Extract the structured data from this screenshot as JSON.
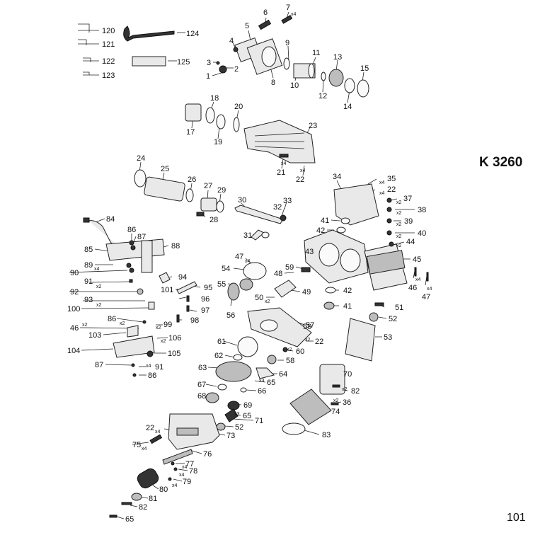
{
  "model": "K 3260",
  "page_number": "101",
  "callouts": [
    {
      "id": "c120",
      "n": "120"
    },
    {
      "id": "c121",
      "n": "121"
    },
    {
      "id": "c122",
      "n": "122"
    },
    {
      "id": "c123",
      "n": "123"
    },
    {
      "id": "c124",
      "n": "124"
    },
    {
      "id": "c125",
      "n": "125"
    },
    {
      "id": "c1",
      "n": "1"
    },
    {
      "id": "c2",
      "n": "2"
    },
    {
      "id": "c3",
      "n": "3"
    },
    {
      "id": "c4",
      "n": "4"
    },
    {
      "id": "c5",
      "n": "5"
    },
    {
      "id": "c6",
      "n": "6"
    },
    {
      "id": "c7",
      "n": "7",
      "q": "x4"
    },
    {
      "id": "c8",
      "n": "8"
    },
    {
      "id": "c9",
      "n": "9"
    },
    {
      "id": "c10",
      "n": "10"
    },
    {
      "id": "c11",
      "n": "11"
    },
    {
      "id": "c12",
      "n": "12"
    },
    {
      "id": "c13",
      "n": "13"
    },
    {
      "id": "c14",
      "n": "14"
    },
    {
      "id": "c15",
      "n": "15"
    },
    {
      "id": "c17",
      "n": "17"
    },
    {
      "id": "c18",
      "n": "18"
    },
    {
      "id": "c19",
      "n": "19"
    },
    {
      "id": "c20",
      "n": "20"
    },
    {
      "id": "c21",
      "n": "21",
      "q": "x4"
    },
    {
      "id": "c22a",
      "n": "22",
      "q": "x4"
    },
    {
      "id": "c23",
      "n": "23"
    },
    {
      "id": "c24",
      "n": "24"
    },
    {
      "id": "c25",
      "n": "25"
    },
    {
      "id": "c26",
      "n": "26"
    },
    {
      "id": "c27",
      "n": "27"
    },
    {
      "id": "c28",
      "n": "28"
    },
    {
      "id": "c29",
      "n": "29"
    },
    {
      "id": "c30",
      "n": "30"
    },
    {
      "id": "c31",
      "n": "31"
    },
    {
      "id": "c32",
      "n": "32"
    },
    {
      "id": "c33",
      "n": "33"
    },
    {
      "id": "c34",
      "n": "34"
    },
    {
      "id": "c35",
      "n": "35",
      "q": "x4"
    },
    {
      "id": "c22b",
      "n": "22",
      "q": "x4"
    },
    {
      "id": "c37",
      "n": "37",
      "q": "x2"
    },
    {
      "id": "c38",
      "n": "38",
      "q": "x2"
    },
    {
      "id": "c39",
      "n": "39",
      "q": "x2"
    },
    {
      "id": "c40",
      "n": "40",
      "q": "x2"
    },
    {
      "id": "c41a",
      "n": "41"
    },
    {
      "id": "c42a",
      "n": "42"
    },
    {
      "id": "c43",
      "n": "43"
    },
    {
      "id": "c44",
      "n": "44",
      "q": "x2"
    },
    {
      "id": "c45",
      "n": "45"
    },
    {
      "id": "c46a",
      "n": "46",
      "q": "x4"
    },
    {
      "id": "c47a",
      "n": "47",
      "q": "x4"
    },
    {
      "id": "c47b",
      "n": "47",
      "q": "x4"
    },
    {
      "id": "c54",
      "n": "54"
    },
    {
      "id": "c48",
      "n": "48"
    },
    {
      "id": "c59a",
      "n": "59"
    },
    {
      "id": "c55",
      "n": "55"
    },
    {
      "id": "c49",
      "n": "49"
    },
    {
      "id": "c50",
      "n": "50",
      "q": "x2"
    },
    {
      "id": "c42b",
      "n": "42"
    },
    {
      "id": "c41b",
      "n": "41"
    },
    {
      "id": "c51",
      "n": "51"
    },
    {
      "id": "c52a",
      "n": "52"
    },
    {
      "id": "c56",
      "n": "56"
    },
    {
      "id": "c57",
      "n": "57"
    },
    {
      "id": "c53",
      "n": "53"
    },
    {
      "id": "c61",
      "n": "61"
    },
    {
      "id": "c59b",
      "n": "59"
    },
    {
      "id": "c22c",
      "n": "22",
      "q": "x2"
    },
    {
      "id": "c60",
      "n": "60",
      "q": "x2"
    },
    {
      "id": "c62",
      "n": "62"
    },
    {
      "id": "c58",
      "n": "58"
    },
    {
      "id": "c63",
      "n": "63"
    },
    {
      "id": "c64",
      "n": "64"
    },
    {
      "id": "c70",
      "n": "70"
    },
    {
      "id": "c65a",
      "n": "65",
      "q": "x3"
    },
    {
      "id": "c67",
      "n": "67"
    },
    {
      "id": "c66",
      "n": "66"
    },
    {
      "id": "c82a",
      "n": "82",
      "q": "x2"
    },
    {
      "id": "c68",
      "n": "68"
    },
    {
      "id": "c69",
      "n": "69"
    },
    {
      "id": "c36",
      "n": "36",
      "q": "x2"
    },
    {
      "id": "c74",
      "n": "74"
    },
    {
      "id": "c65b",
      "n": "65",
      "q": "x3"
    },
    {
      "id": "c71",
      "n": "71"
    },
    {
      "id": "c52b",
      "n": "52"
    },
    {
      "id": "c73",
      "n": "73"
    },
    {
      "id": "c83",
      "n": "83"
    },
    {
      "id": "c22d",
      "n": "22",
      "q": "x4"
    },
    {
      "id": "c84",
      "n": "84"
    },
    {
      "id": "c86a",
      "n": "86"
    },
    {
      "id": "c87a",
      "n": "87"
    },
    {
      "id": "c88",
      "n": "88"
    },
    {
      "id": "c85",
      "n": "85"
    },
    {
      "id": "c89",
      "n": "89",
      "q": "x4"
    },
    {
      "id": "c90",
      "n": "90"
    },
    {
      "id": "c91a",
      "n": "91",
      "q": "x2"
    },
    {
      "id": "c94",
      "n": "94"
    },
    {
      "id": "c92",
      "n": "92"
    },
    {
      "id": "c101",
      "n": "101"
    },
    {
      "id": "c95",
      "n": "95"
    },
    {
      "id": "c93",
      "n": "93",
      "q": "x2"
    },
    {
      "id": "c96",
      "n": "96"
    },
    {
      "id": "c100",
      "n": "100"
    },
    {
      "id": "c97",
      "n": "97"
    },
    {
      "id": "c86b",
      "n": "86",
      "q": "x2"
    },
    {
      "id": "c98",
      "n": "98"
    },
    {
      "id": "c46b",
      "n": "46",
      "q": "x2"
    },
    {
      "id": "c99",
      "n": "99",
      "q": "x2"
    },
    {
      "id": "c103",
      "n": "103"
    },
    {
      "id": "c106",
      "n": "106",
      "q": "x2"
    },
    {
      "id": "c104",
      "n": "104"
    },
    {
      "id": "c105",
      "n": "105"
    },
    {
      "id": "c87b",
      "n": "87"
    },
    {
      "id": "c91b",
      "n": "91",
      "q": "x4"
    },
    {
      "id": "c86c",
      "n": "86"
    },
    {
      "id": "c75",
      "n": "75",
      "q": "x4"
    },
    {
      "id": "c76",
      "n": "76"
    },
    {
      "id": "c77",
      "n": "77",
      "q": "x4"
    },
    {
      "id": "c78",
      "n": "78",
      "q": "x4"
    },
    {
      "id": "c79",
      "n": "79",
      "q": "x4"
    },
    {
      "id": "c80",
      "n": "80"
    },
    {
      "id": "c81",
      "n": "81"
    },
    {
      "id": "c82b",
      "n": "82"
    },
    {
      "id": "c65c",
      "n": "65"
    }
  ]
}
